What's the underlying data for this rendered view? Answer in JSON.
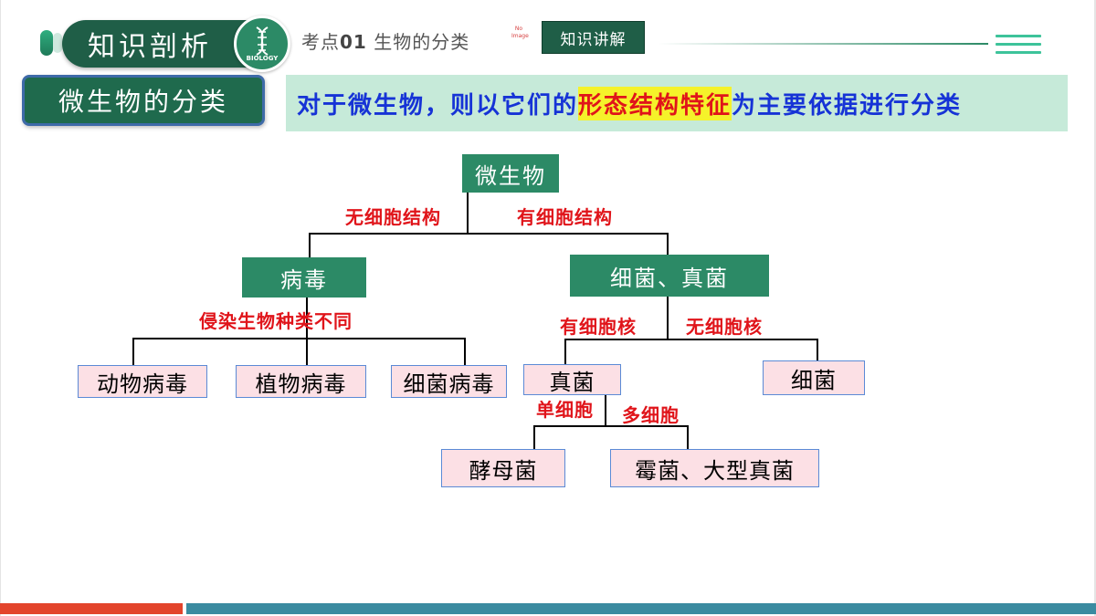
{
  "header": {
    "title": "知识剖析",
    "badge_text": "BIOLOGY",
    "topic_prefix": "考点",
    "topic_number": "01",
    "topic_title": "生物的分类",
    "no_image_line1": "No",
    "no_image_line2": "Image",
    "section_badge": "知识讲解"
  },
  "section": {
    "label": "微生物的分类",
    "banner_before": "对于微生物，则以它们的",
    "banner_highlight": "形态结构特征",
    "banner_after": "为主要依据进行分类"
  },
  "tree": {
    "root": "微生物",
    "edge_no_cell": "无细胞结构",
    "edge_has_cell": "有细胞结构",
    "virus": "病毒",
    "bacteria_fungi": "细菌、真菌",
    "edge_host": "侵染生物种类不同",
    "edge_has_nucleus": "有细胞核",
    "edge_no_nucleus": "无细胞核",
    "animal_virus": "动物病毒",
    "plant_virus": "植物病毒",
    "bacterial_virus": "细菌病毒",
    "fungi": "真菌",
    "bacteria": "细菌",
    "edge_single_cell": "单细胞",
    "edge_multi_cell": "多细胞",
    "yeast": "酵母菌",
    "mold_mushroom": "霉菌、大型真菌"
  },
  "colors": {
    "dark_green": "#1f5e47",
    "node_green": "#2c8a66",
    "pink": "#fce0e5",
    "banner_green": "#c6ead9",
    "highlight": "#f5f22a",
    "red_text": "#e0141a",
    "blue_text": "#1633d6"
  },
  "icons": [
    "dna-icon",
    "menu-icon"
  ]
}
